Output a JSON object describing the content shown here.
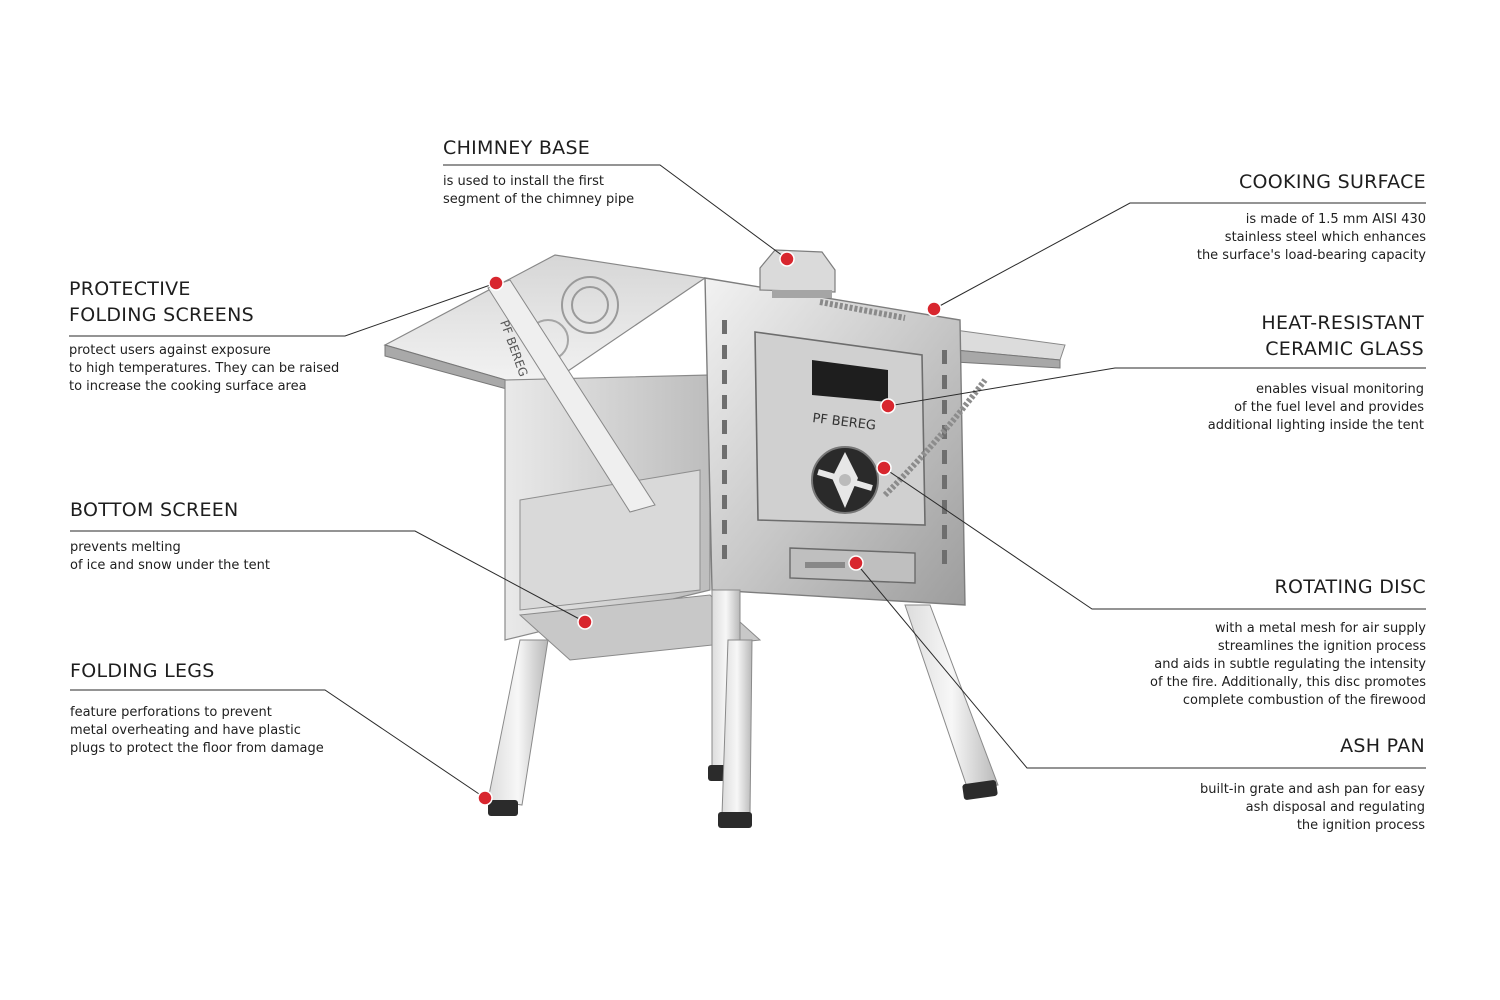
{
  "colors": {
    "accent": "#d8262e",
    "steel": "#b9b9b9",
    "steel_dark": "#6b6b6b",
    "line": "#2a2a2a"
  },
  "stove": {
    "brand": "PF BEREG",
    "side_brand": "PF BEREG"
  },
  "callouts": {
    "chimney_base": {
      "title": [
        "CHIMNEY BASE"
      ],
      "desc": [
        "is used to install the first",
        "segment of the chimney pipe"
      ]
    },
    "protective_screens": {
      "title": [
        "PROTECTIVE",
        "FOLDING SCREENS"
      ],
      "desc": [
        "protect users against exposure",
        "to high temperatures. They can be raised",
        "to increase the cooking surface area"
      ]
    },
    "bottom_screen": {
      "title": [
        "BOTTOM SCREEN"
      ],
      "desc": [
        "prevents melting",
        "of ice and snow under the tent"
      ]
    },
    "folding_legs": {
      "title": [
        "FOLDING LEGS"
      ],
      "desc": [
        "feature perforations to prevent",
        "metal overheating and have plastic",
        "plugs to protect the floor from damage"
      ]
    },
    "cooking_surface": {
      "title": [
        "COOKING SURFACE"
      ],
      "desc": [
        "is made of 1.5 mm AISI 430",
        "stainless steel which enhances",
        "the surface's load-bearing capacity"
      ]
    },
    "ceramic_glass": {
      "title": [
        "HEAT-RESISTANT",
        "CERAMIC GLASS"
      ],
      "desc": [
        "enables visual monitoring",
        "of the fuel level and provides",
        "additional lighting inside the tent"
      ]
    },
    "rotating_disc": {
      "title": [
        "ROTATING DISC"
      ],
      "desc": [
        "with a metal mesh for air supply",
        "streamlines the ignition process",
        "and aids in subtle regulating the intensity",
        "of the fire. Additionally, this disc promotes",
        "complete combustion of the firewood"
      ]
    },
    "ash_pan": {
      "title": [
        "ASH PAN"
      ],
      "desc": [
        "built-in grate and ash pan for easy",
        "ash disposal and regulating",
        "the ignition process"
      ]
    }
  }
}
